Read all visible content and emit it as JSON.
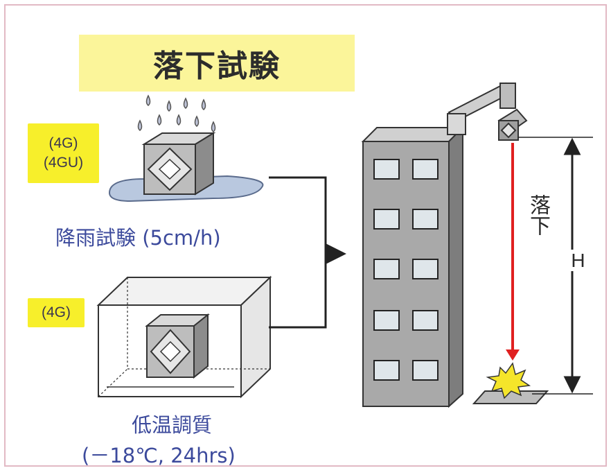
{
  "title": "落下試験",
  "badges": {
    "rain_line1": "(4G)",
    "rain_line2": "(4GU)",
    "cold": "(4G)"
  },
  "captions": {
    "rain": "降雨試験 (5cm/h)",
    "cold_line1": "低温調質",
    "cold_line2": "(－18℃, 24hrs)"
  },
  "labels": {
    "drop": "落下",
    "height": "H"
  },
  "colors": {
    "title_bg": "#fbf59a",
    "badge_bg": "#f7ef2b",
    "caption_text": "#3c4a9c",
    "drop_arrow": "#e02020",
    "building": "#a9a9a9",
    "frame_border": "#e2b9c4"
  }
}
